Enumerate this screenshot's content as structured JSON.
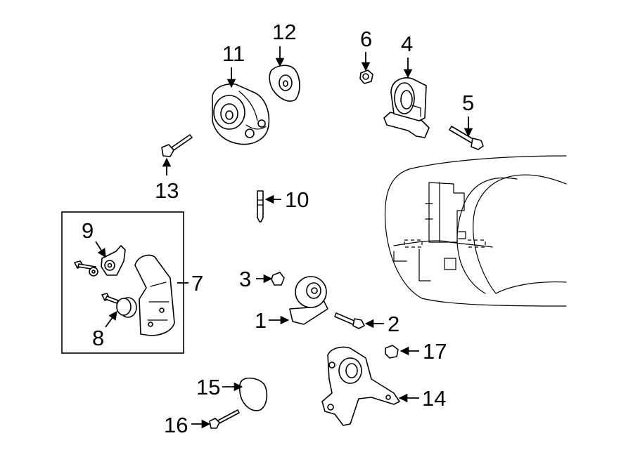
{
  "callouts": {
    "c1": "1",
    "c2": "2",
    "c3": "3",
    "c4": "4",
    "c5": "5",
    "c6": "6",
    "c7": "7",
    "c8": "8",
    "c9": "9",
    "c10": "10",
    "c11": "11",
    "c12": "12",
    "c13": "13",
    "c14": "14",
    "c15": "15",
    "c16": "16",
    "c17": "17"
  },
  "icons": {
    "arrowhead": "arrow-icon"
  }
}
